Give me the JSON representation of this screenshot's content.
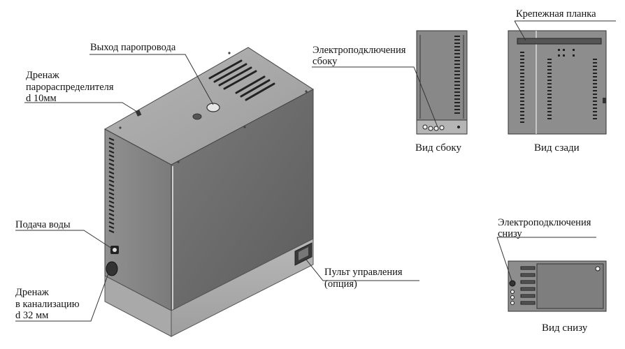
{
  "labels": {
    "steam_outlet": "Выход паропровода",
    "drain_distributor": [
      "Дренаж",
      "парораспределителя",
      "d 10мм"
    ],
    "water_supply": "Подача воды",
    "drain_sewer": [
      "Дренаж",
      "в канализацию",
      "d 32 мм"
    ],
    "control_panel": [
      "Пульт управления",
      "(опция)"
    ],
    "electrical_side": [
      "Электроподключения",
      "сбоку"
    ],
    "mounting_bar": "Крепежная планка",
    "electrical_bottom": [
      "Электроподключения",
      "снизу"
    ]
  },
  "captions": {
    "side_view": "Вид сбоку",
    "rear_view": "Вид сзади",
    "bottom_view": "Вид снизу"
  }
}
